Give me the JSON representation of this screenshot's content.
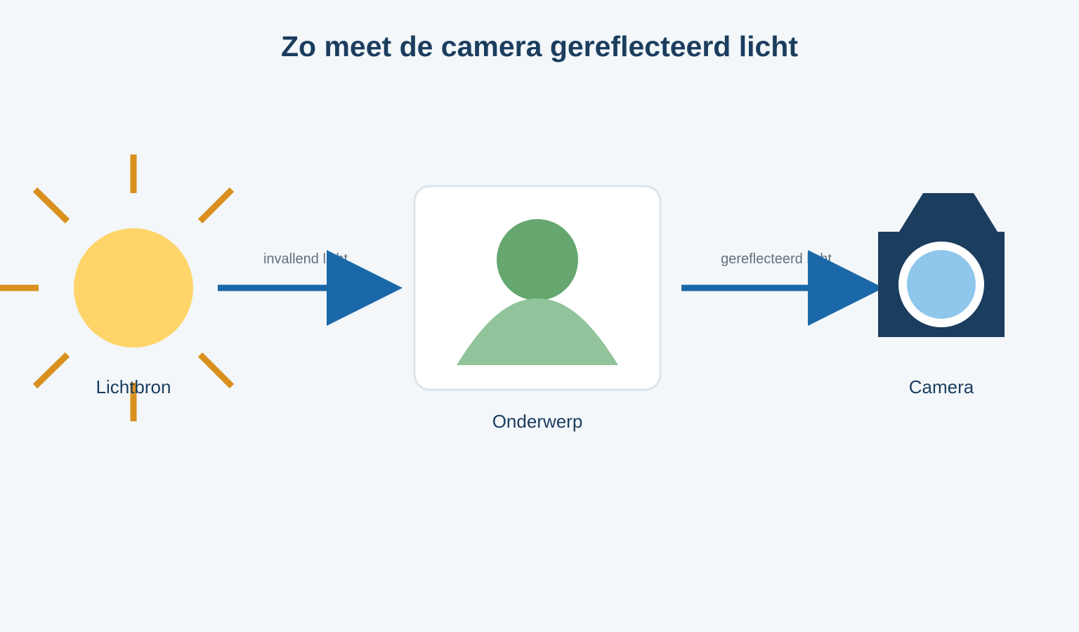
{
  "title": "Zo meet de camera gereflecteerd licht",
  "nodes": {
    "light_source": {
      "label": "Lichtbron",
      "icon": "sun-icon",
      "colors": {
        "disc": "#ffd56a",
        "rays": "#d9901e"
      }
    },
    "subject": {
      "label": "Onderwerp",
      "icon": "person-icon",
      "colors": {
        "card": "#ffffff",
        "card_border": "#dbe4ec",
        "head": "#65a76f",
        "body": "#91c49a"
      }
    },
    "camera": {
      "label": "Camera",
      "icon": "camera-icon",
      "colors": {
        "body": "#1b3d5e",
        "lens_ring": "#ffffff",
        "lens": "#8fc6ec"
      }
    }
  },
  "arrows": {
    "incident": {
      "label": "invallend licht",
      "color": "#1a68a8"
    },
    "reflected": {
      "label": "gereflecteerd licht",
      "color": "#1a68a8"
    }
  },
  "colors": {
    "background": "#f3f7fa",
    "title": "#1b3d5e",
    "node_label": "#1b3d5e",
    "arrow_label": "#62707f"
  }
}
